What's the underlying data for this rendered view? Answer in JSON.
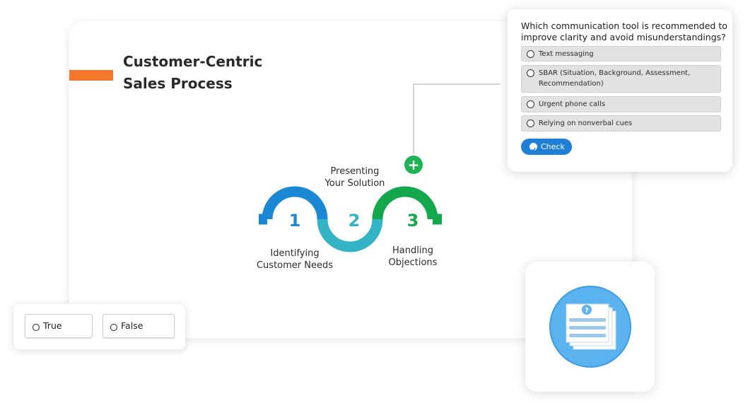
{
  "slide": {
    "title_line1": "Customer-Centric",
    "title_line2": "Sales Process"
  },
  "process": {
    "steps": [
      {
        "number": "1",
        "label_line1": "Identifying",
        "label_line2": "Customer Needs",
        "color": "#1a88d4"
      },
      {
        "number": "2",
        "label_line1": "Presenting",
        "label_line2": "Your Solution",
        "color": "#32b4c6"
      },
      {
        "number": "3",
        "label_line1": "Handling",
        "label_line2": "Objections",
        "color": "#12a84b"
      }
    ],
    "plus_icon": "plus-icon",
    "plus_symbol": "+",
    "plus_color": "#1db354"
  },
  "quiz": {
    "question": "Which communication tool is recommended to improve clarity and avoid misunderstandings?",
    "options": [
      "Text messaging",
      "SBAR (Situation, Background, Assessment, Recommendation)",
      "Urgent phone calls",
      "Relying on nonverbal cues"
    ],
    "check_label": "Check",
    "check_icon": "check-circle-icon",
    "button_color": "#1f7ed6"
  },
  "true_false": {
    "true_label": "True",
    "false_label": "False"
  },
  "quiz_icon": {
    "icon": "quiz-document-icon",
    "symbol": "?",
    "circle_color": "#5ab3ee"
  },
  "accent_color": "#f4782c"
}
